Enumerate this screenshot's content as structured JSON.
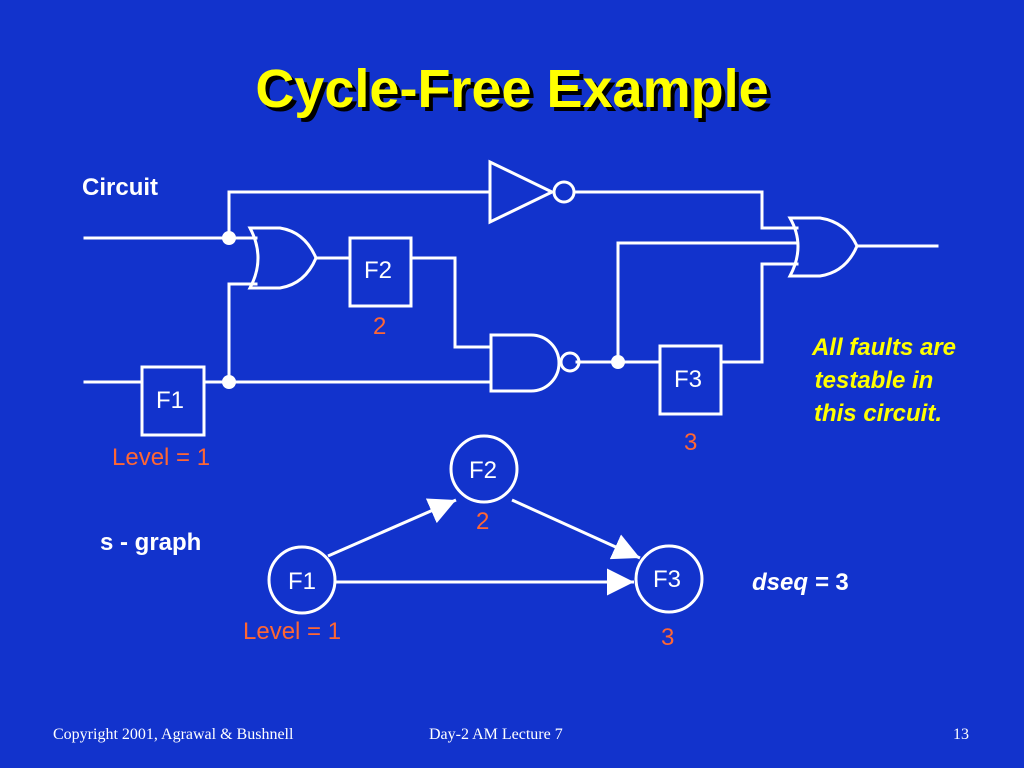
{
  "slide": {
    "title": "Cycle-Free Example",
    "circuit_label": "Circuit",
    "sgraph_label": "s - graph",
    "note_lines": [
      "All faults are",
      "testable in",
      "this circuit."
    ],
    "dseq_label": "dseq = ",
    "dseq_value": "3"
  },
  "circuit": {
    "flipflops": [
      {
        "name": "F1",
        "level": "Level = 1"
      },
      {
        "name": "F2",
        "level": "2"
      },
      {
        "name": "F3",
        "level": "3"
      }
    ]
  },
  "sgraph": {
    "nodes": [
      {
        "name": "F1",
        "level": "Level = 1"
      },
      {
        "name": "F2",
        "level": "2"
      },
      {
        "name": "F3",
        "level": "3"
      }
    ]
  },
  "footer": {
    "copyright": "Copyright 2001, Agrawal & Bushnell",
    "lecture": "Day-2 AM Lecture 7",
    "page": "13"
  },
  "colors": {
    "background": "#1233cc",
    "title": "#ffff00",
    "level_text": "#ff6633",
    "lines": "#ffffff"
  }
}
